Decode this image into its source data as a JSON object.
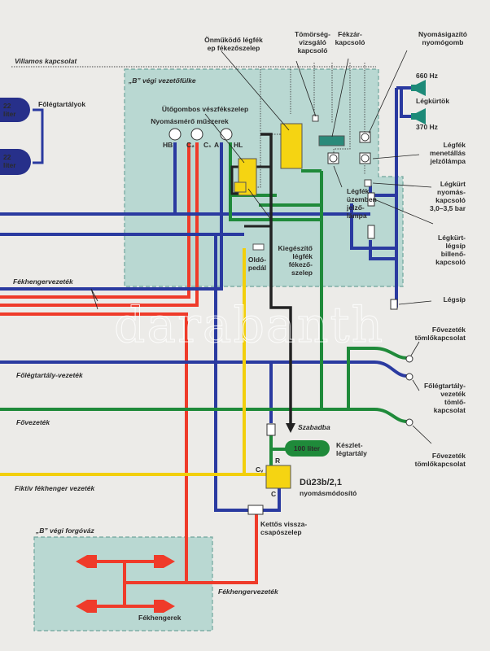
{
  "title": "",
  "watermark": "darabanth",
  "colors": {
    "background": "#ecebe8",
    "zone": "#b9d8d2",
    "main_reservoir_line": "#2a3aa0",
    "brake_cylinder_line": "#ef3b2a",
    "main_line": "#1f8a3a",
    "fictive_cylinder_line": "#f2cf0c",
    "valve_yellow": "#f5d412",
    "horn": "#1d8a78"
  },
  "labels": {
    "villamos": [
      "Villamos kapcsolat"
    ],
    "cab": [
      "„B” végi vezetőfülke"
    ],
    "bogie": [
      "„B” végi forgóváz"
    ],
    "folegtartalyok": [
      "Főlégtartályok"
    ],
    "tank1": [
      "22",
      "liter"
    ],
    "tank2": [
      "22",
      "liter"
    ],
    "onmukodo": [
      "Önműködő légfék",
      "ep fékezőszelep"
    ],
    "tomorseg": [
      "Tömörség-",
      "vizsgáló",
      "kapcsoló"
    ],
    "fekzar": [
      "Fékzár-",
      "kapcsoló"
    ],
    "nyomasigazito": [
      "Nyomásigazító",
      "nyomógomb"
    ],
    "hz660": [
      "660 Hz"
    ],
    "legkurtok": [
      "Légkürtök"
    ],
    "hz370": [
      "370 Hz"
    ],
    "menetallas": [
      "Légfék",
      "menetállás",
      "jelzőlámpa"
    ],
    "nyomaskapcsolo": [
      "Légkürt",
      "nyomás-",
      "kapcsoló",
      "3,0–3,5 bar"
    ],
    "billeno": [
      "Légkürt-",
      "légsíp",
      "billenő-",
      "kapcsoló"
    ],
    "legsip": [
      "Légsíp"
    ],
    "utogombos": [
      "Ütőgombos vészfékszelep"
    ],
    "nyomasmero": [
      "Nyomásmérő műszerek"
    ],
    "hb": [
      "HB"
    ],
    "c2": [
      "C₂"
    ],
    "c1": [
      "C₁"
    ],
    "a": [
      "A"
    ],
    "hl": [
      "HL"
    ],
    "uzemben": [
      "Légfék",
      "üzemben",
      "jelző-",
      "lámpa"
    ],
    "kiegeszito": [
      "Kiegészítő",
      "légfék",
      "fékező-",
      "szelep"
    ],
    "oldopedal": [
      "Oldó-",
      "pedál"
    ],
    "fekhengervez1": [
      "Fékhengervezeték"
    ],
    "folegvez": [
      "Főlégtartály-vezeték"
    ],
    "fovez": [
      "Fővezeték"
    ],
    "fiktiv": [
      "Fiktív fékhenger vezeték"
    ],
    "tomlo1": [
      "Fővezeték",
      "tömlőkapcsolat"
    ],
    "tomlo2": [
      "Főlégtartály-",
      "vezeték",
      "tömlő-",
      "kapcsolat"
    ],
    "tomlo3": [
      "Fővezeték",
      "tömlőkapcsolat"
    ],
    "szabadba": [
      "Szabadba"
    ],
    "tank100": [
      "100 liter"
    ],
    "keszlet": [
      "Készlet-",
      "légtartály"
    ],
    "cv": [
      "Cᵥ"
    ],
    "r": [
      "R"
    ],
    "c": [
      "C"
    ],
    "du": [
      "Dü23b/2,1"
    ],
    "nyomasmodosito": [
      "nyomásmódosító"
    ],
    "kettos": [
      "Kettős vissza-",
      "csapószelep"
    ],
    "fekhengervez2": [
      "Fékhengervezeték"
    ],
    "fekhengerek": [
      "Fékhengerek"
    ]
  }
}
